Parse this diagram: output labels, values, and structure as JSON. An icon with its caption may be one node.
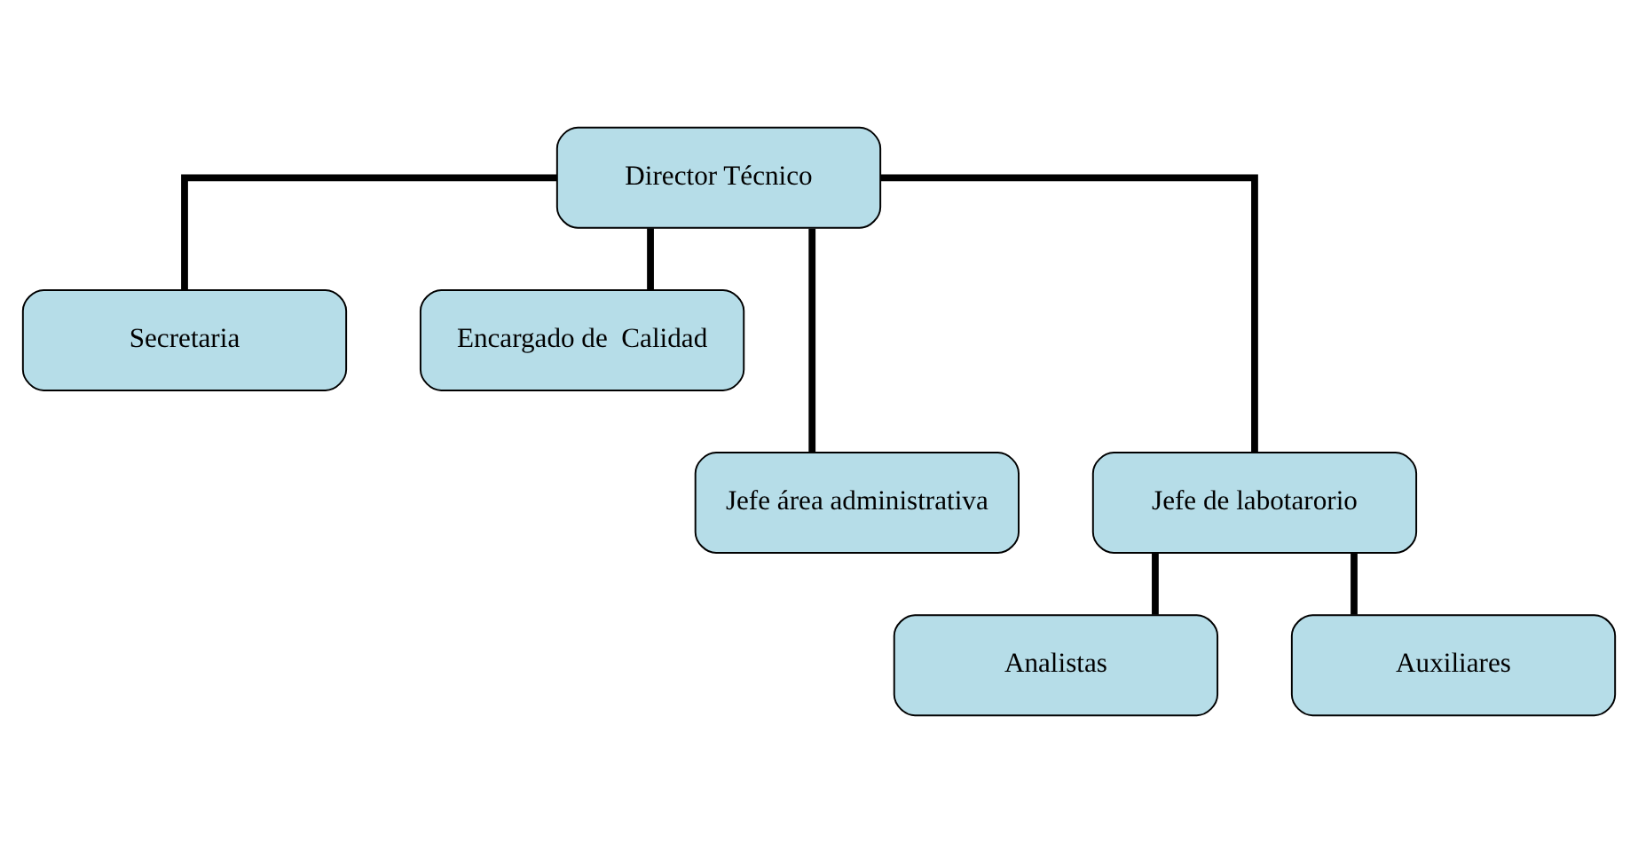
{
  "diagram": {
    "nodes": [
      {
        "text": [
          "Director Técnico"
        ]
      },
      {
        "text": [
          "Secretaria"
        ]
      },
      {
        "text": [
          "Encargado de  Calidad"
        ]
      },
      {
        "text": [
          "Jefe área administrativa"
        ]
      },
      {
        "text": [
          "Jefe de labotarorio"
        ]
      },
      {
        "text": [
          "Analistas"
        ]
      },
      {
        "text": [
          "Auxiliares"
        ]
      }
    ],
    "edges": [
      {
        "from": 0,
        "to": 1,
        "arrow": "none"
      },
      {
        "from": 0,
        "to": 2,
        "arrow": "none"
      },
      {
        "from": 0,
        "to": 3,
        "arrow": "none"
      },
      {
        "from": 0,
        "to": 4,
        "arrow": "none"
      },
      {
        "from": 4,
        "to": 5,
        "arrow": "none"
      },
      {
        "from": 4,
        "to": 6,
        "arrow": "none"
      }
    ]
  }
}
